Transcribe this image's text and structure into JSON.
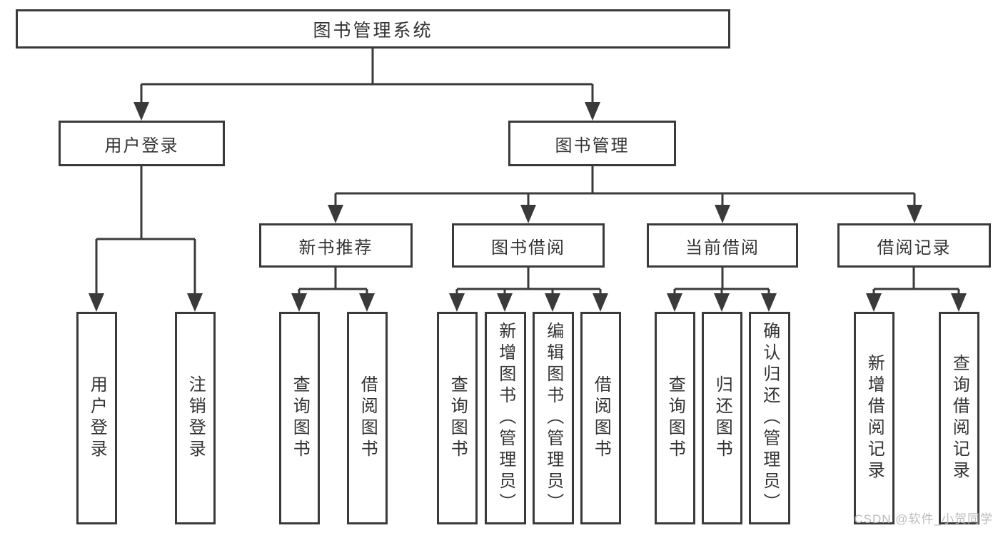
{
  "diagram": {
    "root": {
      "label": "图书管理系统"
    },
    "branches": [
      {
        "label": "用户登录",
        "children": [
          {
            "label": "用户登录"
          },
          {
            "label": "注销登录"
          }
        ]
      },
      {
        "label": "图书管理",
        "children": [
          {
            "label": "新书推荐",
            "children": [
              {
                "label": "查询图书"
              },
              {
                "label": "借阅图书"
              }
            ]
          },
          {
            "label": "图书借阅",
            "children": [
              {
                "label": "查询图书"
              },
              {
                "label": "新增图书（管理员）"
              },
              {
                "label": "编辑图书（管理员）"
              },
              {
                "label": "借阅图书"
              }
            ]
          },
          {
            "label": "当前借阅",
            "children": [
              {
                "label": "查询图书"
              },
              {
                "label": "归还图书"
              },
              {
                "label": "确认归还（管理员）"
              }
            ]
          },
          {
            "label": "借阅记录",
            "children": [
              {
                "label": "新增借阅记录"
              },
              {
                "label": "查询借阅记录"
              }
            ]
          }
        ]
      }
    ]
  },
  "watermark": {
    "text": "CSDN @软件_小贺同学"
  },
  "colors": {
    "line": "#3a3a3a",
    "text": "#333333",
    "watermark": "#b4b4b4",
    "background": "#ffffff"
  }
}
